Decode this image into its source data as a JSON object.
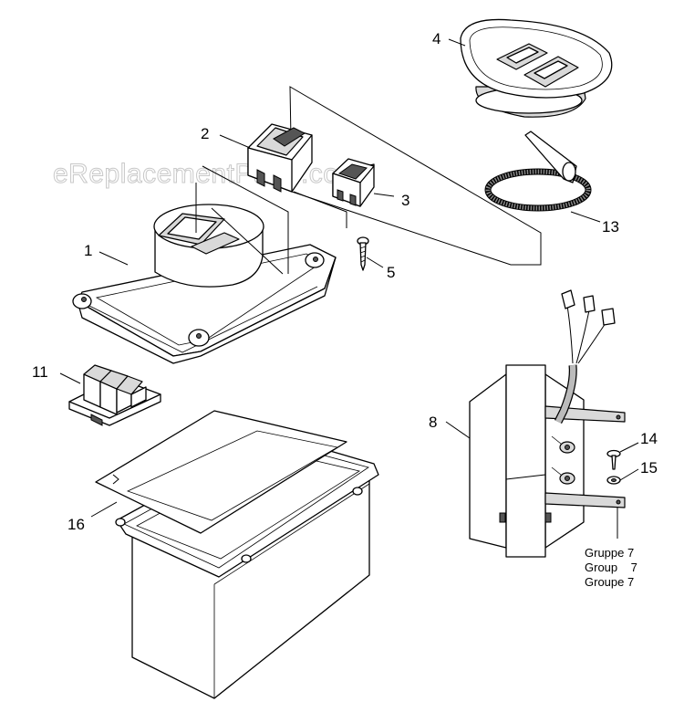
{
  "watermark": "eReplacementParts.com",
  "callouts": {
    "c1": "1",
    "c2": "2",
    "c3": "3",
    "c4": "4",
    "c5": "5",
    "c8": "8",
    "c11": "11",
    "c13": "13",
    "c14": "14",
    "c15": "15",
    "c16": "16"
  },
  "group_note": [
    "Gruppe 7",
    "Group    7",
    "Groupe 7"
  ]
}
